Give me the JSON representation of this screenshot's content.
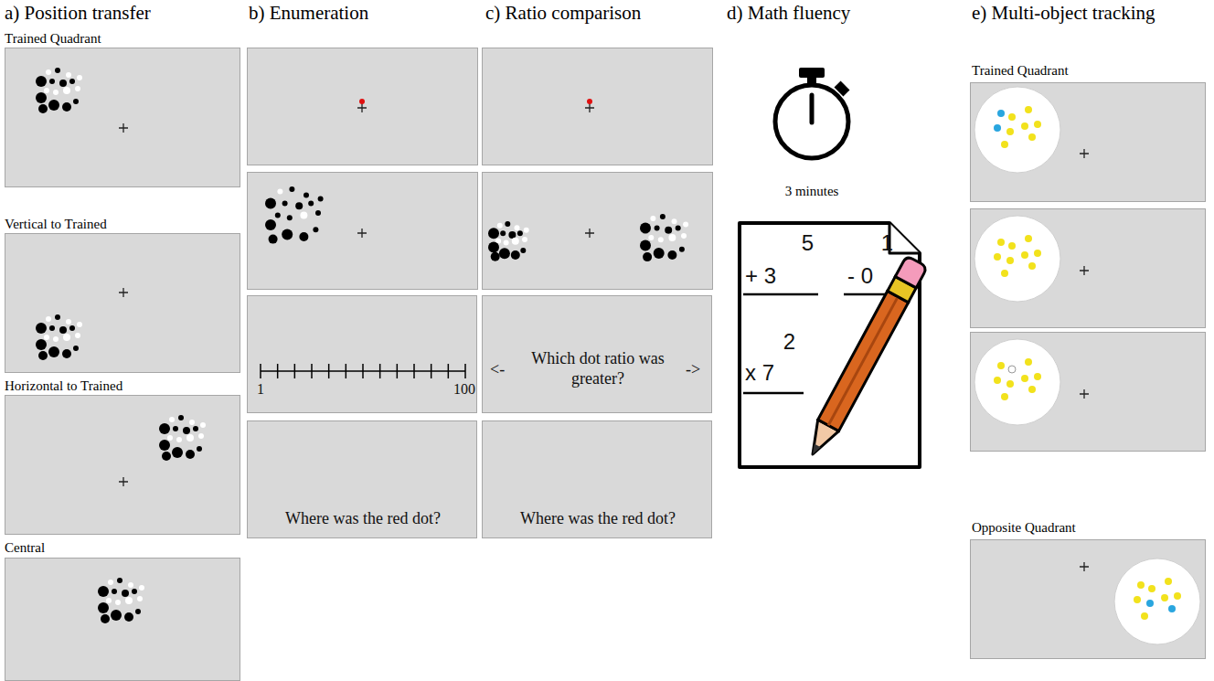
{
  "diagram": {
    "nodes": [
      {
        "text": [
          "1",
          "100"
        ]
      },
      {
        "text": [
          "Where was the red dot?"
        ]
      },
      {
        "text": [
          "<-",
          "Which dot ratio was greater?",
          "->"
        ]
      },
      {
        "text": [
          "Where was the red dot?"
        ]
      },
      {
        "text": [
          "5",
          "+ 3",
          "1",
          "- 0",
          "2",
          "x 7"
        ]
      }
    ],
    "labels": [
      "a) Position transfer",
      "b) Enumeration",
      "c) Ratio comparison",
      "d) Math fluency",
      "e) Multi-object tracking",
      "Trained Quadrant",
      "Vertical to Trained",
      "Horizontal to Trained",
      "Central",
      "3 minutes",
      "Trained Quadrant",
      "Opposite Quadrant"
    ]
  }
}
